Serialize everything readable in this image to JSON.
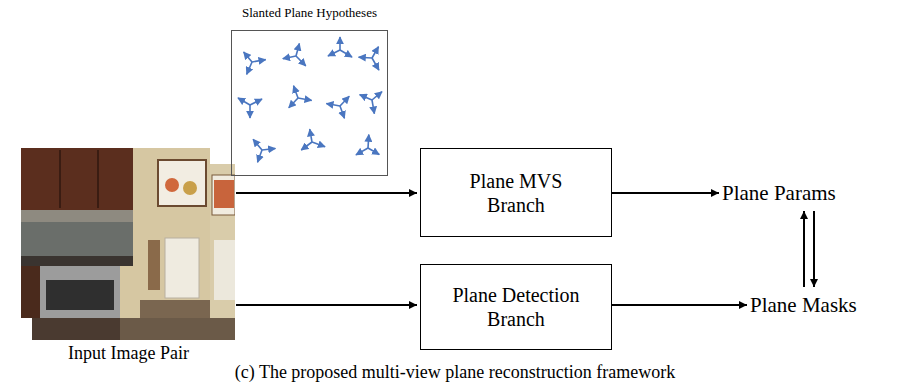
{
  "diagram": {
    "caption": "(c) The proposed multi-view plane reconstruction framework",
    "nodes": [
      {
        "text": [
          "Slanted Plane Hypotheses"
        ]
      },
      {
        "text": [
          "Input Image Pair"
        ]
      },
      {
        "text": [
          "Plane MVS Branch"
        ]
      },
      {
        "text": [
          "Plane Detection Branch"
        ]
      },
      {
        "text": [
          "Plane Params"
        ]
      },
      {
        "text": [
          "Plane Masks"
        ]
      }
    ],
    "edges": [
      {
        "from": 1,
        "to": 2,
        "arrow": "to"
      },
      {
        "from": 1,
        "to": 3,
        "arrow": "to"
      },
      {
        "from": 2,
        "to": 4,
        "arrow": "to"
      },
      {
        "from": 3,
        "to": 5,
        "arrow": "to"
      },
      {
        "from": 5,
        "to": 4,
        "arrow": "to"
      },
      {
        "from": 4,
        "to": 5,
        "arrow": "to"
      }
    ]
  }
}
